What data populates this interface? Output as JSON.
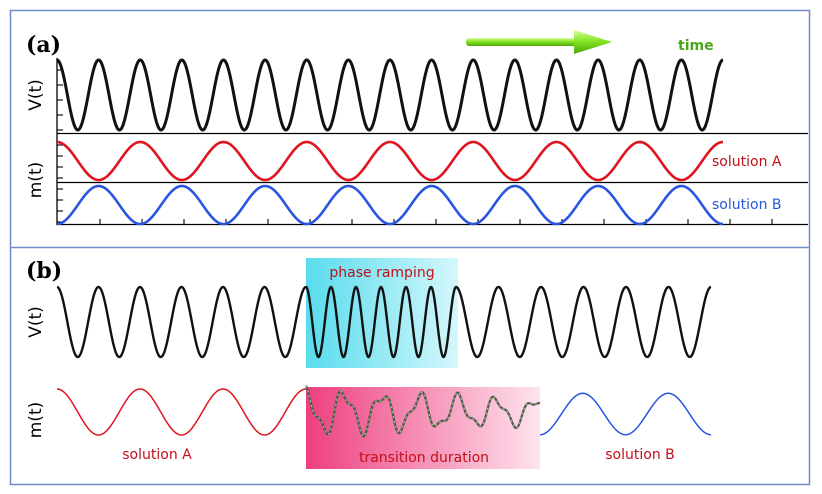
{
  "panel_a": {
    "label": "(a)",
    "arrow_label": "time",
    "v_label": "V(t)",
    "m_label": "m(t)",
    "solution_a": "solution A",
    "solution_b": "solution B"
  },
  "panel_b": {
    "label": "(b)",
    "v_label": "V(t)",
    "m_label": "m(t)",
    "ramp_label": "phase ramping",
    "transition_label": "transition duration",
    "solution_a": "solution A",
    "solution_b": "solution B"
  },
  "colors": {
    "frame": "#6f8ec9",
    "voltage": "#111111",
    "solution_a": "#e0141e",
    "solution_b": "#2a55e0",
    "arrow": "#7fe020",
    "time_text": "#4aa51a",
    "label_red": "#c0101a",
    "label_blue": "#2a55e0",
    "ramp_box": "#7fe7f2",
    "transition_box": "#f0508a"
  }
}
